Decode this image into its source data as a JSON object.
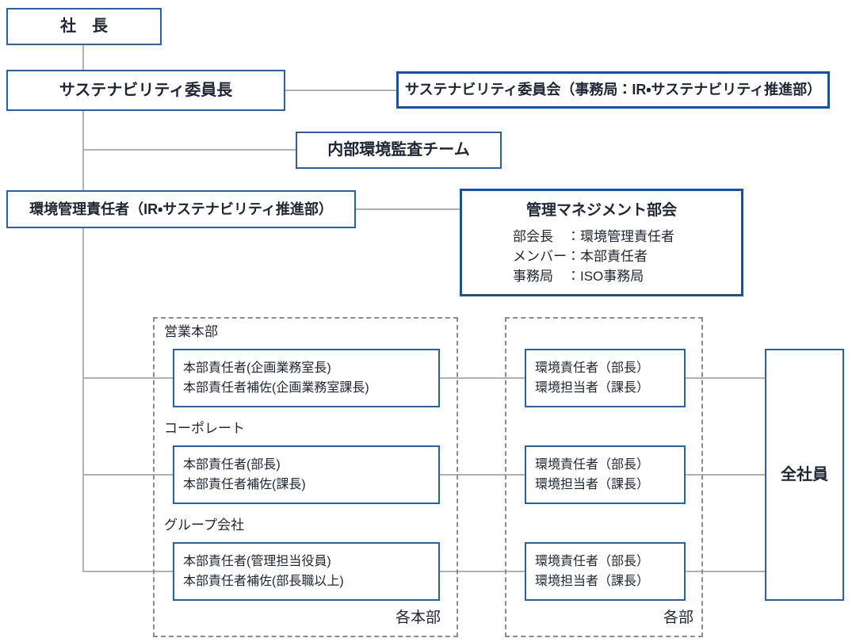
{
  "colors": {
    "box_border": "#2d5fa9",
    "box_border_strong": "#1d4f9e",
    "connector_line": "#b0b0b0",
    "dashed_border": "#8c8c8c",
    "text": "#1f2633",
    "background": "#ffffff"
  },
  "nodes": {
    "president": {
      "label": "社　長"
    },
    "sustainability_chair": {
      "label": "サステナビリティ委員長"
    },
    "sustainability_committee": {
      "label": "サステナビリティ委員会（事務局：IR・サステナビリティ推進部）"
    },
    "internal_audit_team": {
      "label": "内部環境監査チーム"
    },
    "env_manager": {
      "label": "環境管理責任者（IR・サステナビリティ推進部）"
    },
    "management_subcommittee": {
      "title": "管理マネジメント部会",
      "lines": [
        "部会長　：環境管理責任者",
        "メンバー：本部責任者",
        "事務局　：ISO事務局"
      ]
    },
    "hq_group": {
      "footer_label": "各本部",
      "sections": [
        {
          "heading": "営業本部",
          "lines": [
            "本部責任者(企画業務室長)",
            "本部責任者補佐(企画業務室課長)"
          ]
        },
        {
          "heading": "コーポレート",
          "lines": [
            "本部責任者(部長)",
            "本部責任者補佐(課長)"
          ]
        },
        {
          "heading": "グループ会社",
          "lines": [
            "本部責任者(管理担当役員)",
            "本部責任者補佐(部長職以上)"
          ]
        }
      ]
    },
    "dept_group": {
      "footer_label": "各部",
      "items": [
        {
          "lines": [
            "環境責任者（部長）",
            "環境担当者（課長）"
          ]
        },
        {
          "lines": [
            "環境責任者（部長）",
            "環境担当者（課長）"
          ]
        },
        {
          "lines": [
            "環境責任者（部長）",
            "環境担当者（課長）"
          ]
        }
      ]
    },
    "all_employees": {
      "label": "全社員"
    }
  }
}
